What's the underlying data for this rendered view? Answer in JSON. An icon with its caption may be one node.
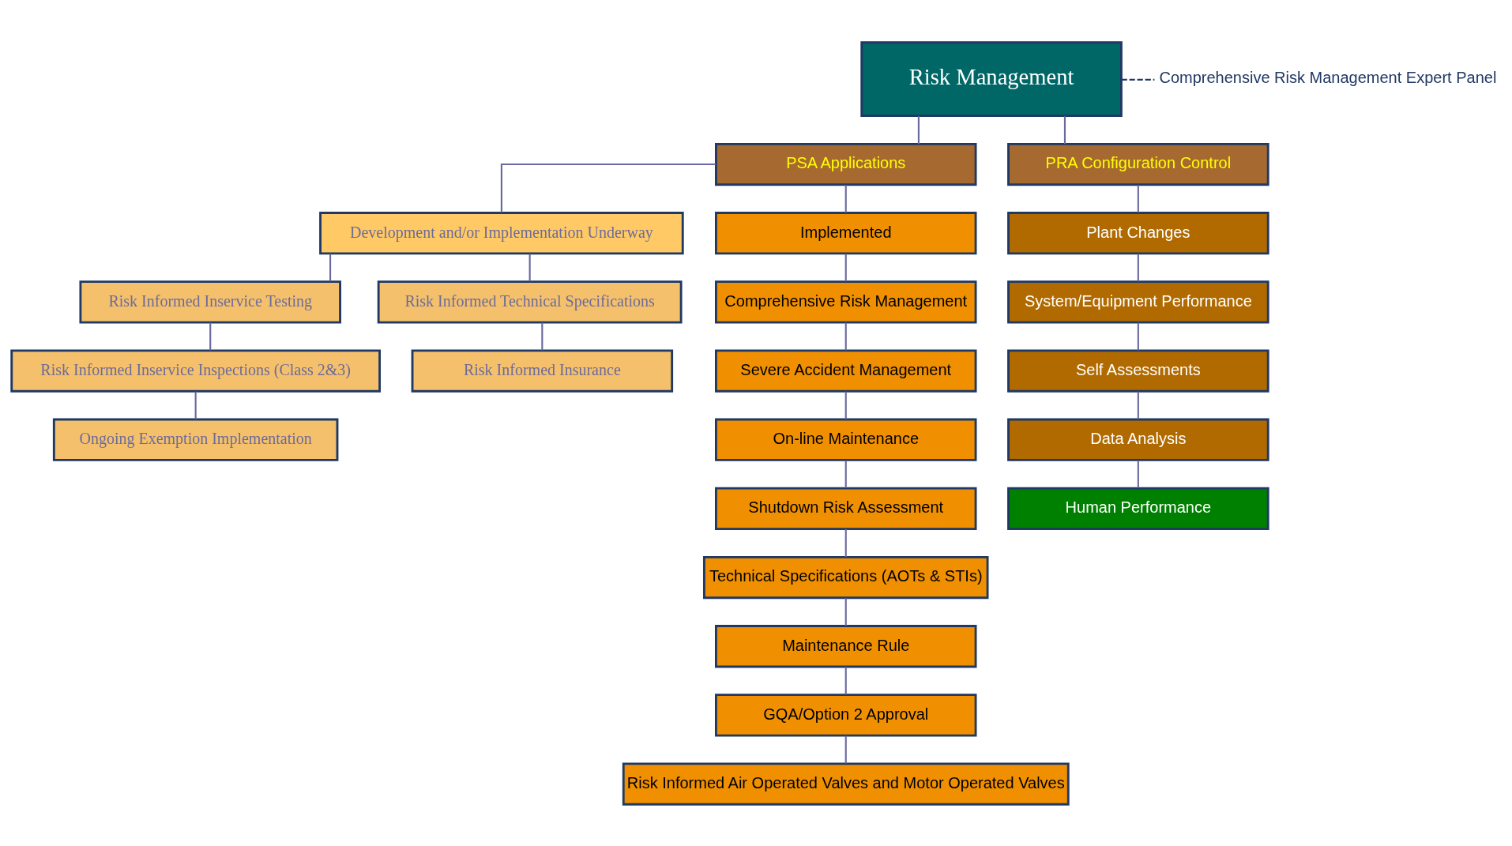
{
  "diagram": {
    "nodes": [
      {
        "text": [
          "Risk Management"
        ]
      },
      {
        "text": [
          "Comprehensive Risk Management Expert Panel"
        ]
      },
      {
        "text": [
          "PSA Applications"
        ]
      },
      {
        "text": [
          "PRA Configuration Control"
        ]
      },
      {
        "text": [
          "Development and/or Implementation Underway"
        ]
      },
      {
        "text": [
          "Implemented"
        ]
      },
      {
        "text": [
          "Risk Informed Inservice Testing"
        ]
      },
      {
        "text": [
          "Risk Informed Technical Specifications"
        ]
      },
      {
        "text": [
          "Risk Informed Inservice Inspections (Class 2&3)"
        ]
      },
      {
        "text": [
          "Risk Informed Insurance"
        ]
      },
      {
        "text": [
          "Ongoing Exemption Implementation"
        ]
      },
      {
        "text": [
          "Comprehensive Risk Management"
        ]
      },
      {
        "text": [
          "Severe Accident Management"
        ]
      },
      {
        "text": [
          "On-line Maintenance"
        ]
      },
      {
        "text": [
          "Shutdown Risk Assessment"
        ]
      },
      {
        "text": [
          "Technical Specifications (AOTs & STIs)"
        ]
      },
      {
        "text": [
          "Maintenance Rule"
        ]
      },
      {
        "text": [
          "GQA/Option 2 Approval"
        ]
      },
      {
        "text": [
          "Risk Informed Air Operated Valves and Motor Operated Valves"
        ]
      },
      {
        "text": [
          "Plant Changes"
        ]
      },
      {
        "text": [
          "System/Equipment Performance"
        ]
      },
      {
        "text": [
          "Self Assessments"
        ]
      },
      {
        "text": [
          "Data Analysis"
        ]
      },
      {
        "text": [
          "Human Performance"
        ]
      }
    ],
    "edges": [
      {
        "from": 0,
        "to": 1,
        "arrow": "none",
        "style": "dashed",
        "color": "#1f3864"
      },
      {
        "from": 0,
        "to": 2,
        "arrow": "none"
      },
      {
        "from": 0,
        "to": 3,
        "arrow": "none"
      },
      {
        "from": 2,
        "to": 4,
        "arrow": "none"
      },
      {
        "from": 2,
        "to": 5,
        "arrow": "none"
      },
      {
        "from": 4,
        "to": 6,
        "arrow": "none"
      },
      {
        "from": 4,
        "to": 7,
        "arrow": "none"
      },
      {
        "from": 6,
        "to": 8,
        "arrow": "none"
      },
      {
        "from": 8,
        "to": 10,
        "arrow": "none"
      },
      {
        "from": 7,
        "to": 9,
        "arrow": "none"
      },
      {
        "from": 5,
        "to": 11,
        "arrow": "none"
      },
      {
        "from": 11,
        "to": 12,
        "arrow": "none"
      },
      {
        "from": 12,
        "to": 13,
        "arrow": "none"
      },
      {
        "from": 13,
        "to": 14,
        "arrow": "none"
      },
      {
        "from": 14,
        "to": 15,
        "arrow": "none"
      },
      {
        "from": 15,
        "to": 16,
        "arrow": "none"
      },
      {
        "from": 16,
        "to": 17,
        "arrow": "none"
      },
      {
        "from": 17,
        "to": 18,
        "arrow": "none"
      },
      {
        "from": 3,
        "to": 19,
        "arrow": "none"
      },
      {
        "from": 19,
        "to": 20,
        "arrow": "none"
      },
      {
        "from": 20,
        "to": 21,
        "arrow": "none"
      },
      {
        "from": 21,
        "to": 22,
        "arrow": "none"
      },
      {
        "from": 22,
        "to": 23,
        "arrow": "none"
      }
    ]
  }
}
